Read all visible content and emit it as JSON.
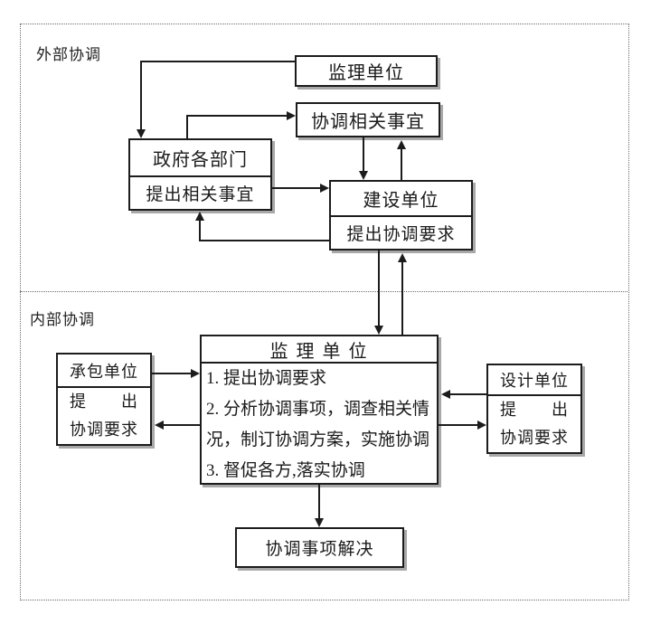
{
  "diagram": {
    "type": "flowchart",
    "colors": {
      "line": "#1c1c1c",
      "box_fill": "#ffffff",
      "shadow": "#a8a8a8",
      "frame_dotted": "#6b6b6b"
    },
    "sections": {
      "external": {
        "label": "外部协调"
      },
      "internal": {
        "label": "内部协调"
      }
    },
    "nodes": {
      "supervisor_external": {
        "title": "监理单位"
      },
      "coordinate_matters": {
        "title": "协调相关事宜"
      },
      "government": {
        "title": "政府各部门",
        "subtitle": "提出相关事宜"
      },
      "construction": {
        "title": "建设单位",
        "subtitle": "提出协调要求"
      },
      "supervisor_internal": {
        "title": "监 理 单 位",
        "items": [
          "1. 提出协调要求",
          "2. 分析协调事项，调查相关情况，制订协调方案，实施协调",
          "3. 督促各方,落实协调"
        ]
      },
      "contractor": {
        "title": "承包单位",
        "request_line1": "提　　出",
        "request_line2": "协调要求"
      },
      "designer": {
        "title": "设计单位",
        "request_line1": "提　　出",
        "request_line2": "协调要求"
      },
      "resolved": {
        "title": "协调事项解决"
      }
    },
    "edges": [
      {
        "from": "supervisor_external",
        "to": "government"
      },
      {
        "from": "government",
        "to": "coordinate_matters"
      },
      {
        "from": "coordinate_matters",
        "to": "construction"
      },
      {
        "from": "construction",
        "to": "coordinate_matters"
      },
      {
        "from": "government",
        "to": "construction"
      },
      {
        "from": "construction",
        "to": "government"
      },
      {
        "from": "construction",
        "to": "supervisor_internal"
      },
      {
        "from": "supervisor_internal",
        "to": "construction"
      },
      {
        "from": "contractor",
        "to": "supervisor_internal"
      },
      {
        "from": "supervisor_internal",
        "to": "contractor"
      },
      {
        "from": "designer",
        "to": "supervisor_internal"
      },
      {
        "from": "supervisor_internal",
        "to": "designer"
      },
      {
        "from": "supervisor_internal",
        "to": "resolved"
      }
    ]
  }
}
